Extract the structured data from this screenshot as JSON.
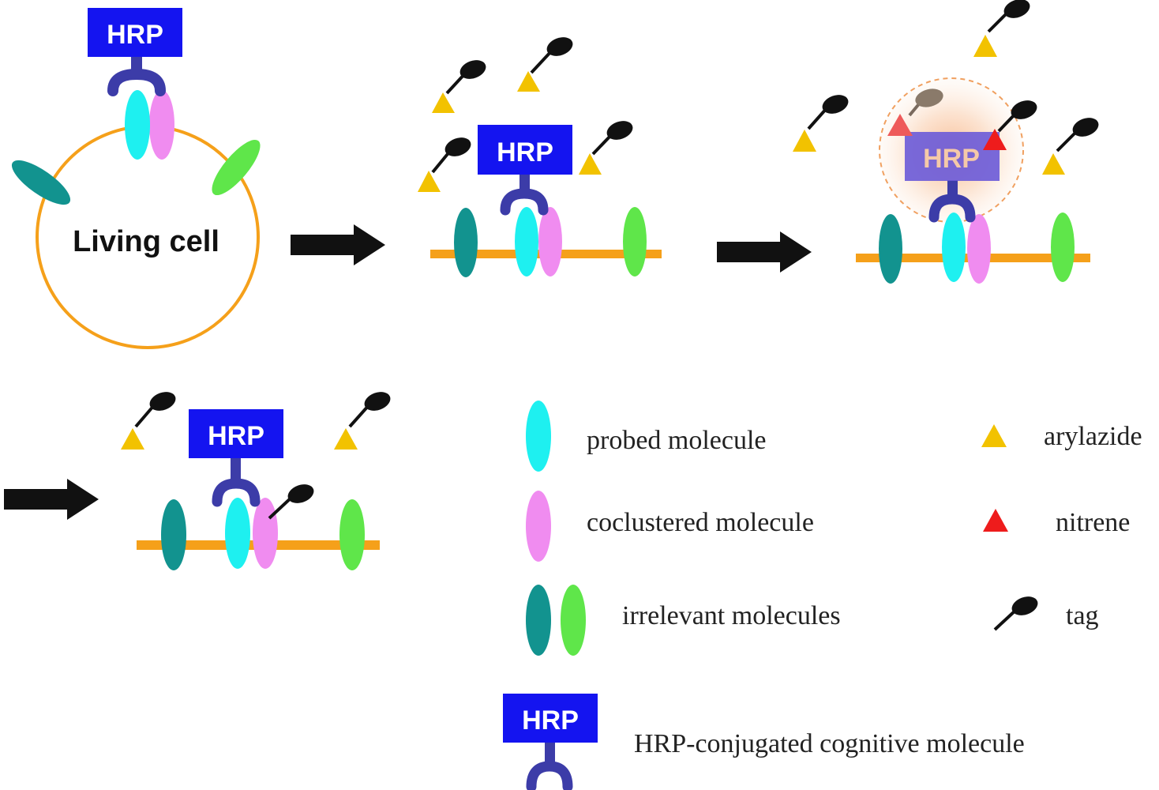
{
  "hrp_label": "HRP",
  "cell_label": "Living cell",
  "legend": {
    "probed": "probed molecule",
    "coclustered": "coclustered molecule",
    "irrelevant": "irrelevant molecules",
    "hrp_conjugate": "HRP-conjugated cognitive molecule",
    "arylazide": "arylazide",
    "nitrene": "nitrene",
    "tag": "tag"
  },
  "colors": {
    "hrp_box": "#1414f0",
    "antibody": "#3c3ca8",
    "probed": "#1ef0f0",
    "coclustered": "#f08cf0",
    "irrelevant_teal": "#12938f",
    "irrelevant_green": "#5fe64a",
    "membrane": "#f5a01a",
    "arylazide": "#f2c200",
    "nitrene": "#ee1c1c",
    "tag": "#111111",
    "arrow": "#111111"
  }
}
